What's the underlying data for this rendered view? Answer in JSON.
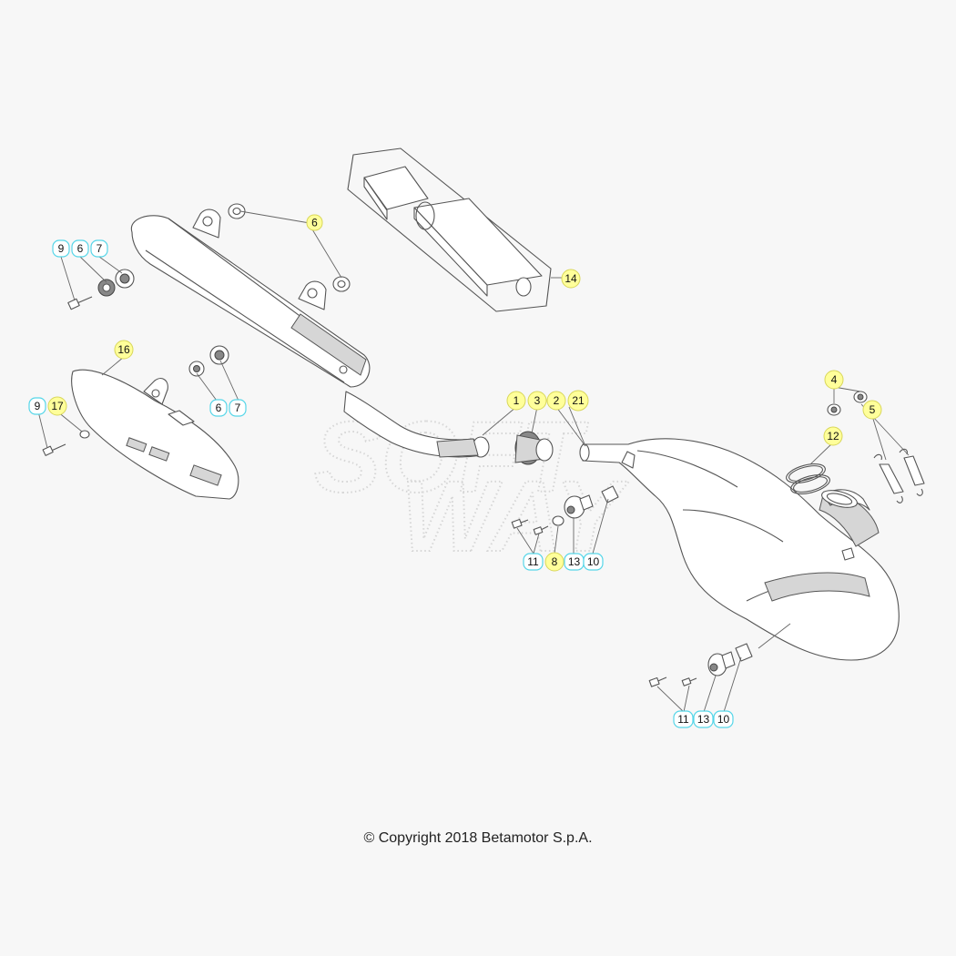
{
  "watermark": {
    "line1": "SOFT",
    "line2": "WAY"
  },
  "copyright": "© Copyright 2018 Betamotor S.p.A.",
  "callouts": {
    "c6_top": "6",
    "c14": "14",
    "c9_left": "9",
    "c6_left": "6",
    "c7_left": "7",
    "c16": "16",
    "c6_mid": "6",
    "c7_mid": "7",
    "c9_shield": "9",
    "c17": "17",
    "c1": "1",
    "c3": "3",
    "c2": "2",
    "c21": "21",
    "c4": "4",
    "c12": "12",
    "c5": "5",
    "c11_a": "11",
    "c8": "8",
    "c13_a": "13",
    "c10_a": "10",
    "c11_b": "11",
    "c13_b": "13",
    "c10_b": "10"
  },
  "colors": {
    "callout_yellow": "#ffff9a",
    "callout_cyan_border": "#56d6e8",
    "line": "#555555",
    "background": "#f7f7f7"
  }
}
